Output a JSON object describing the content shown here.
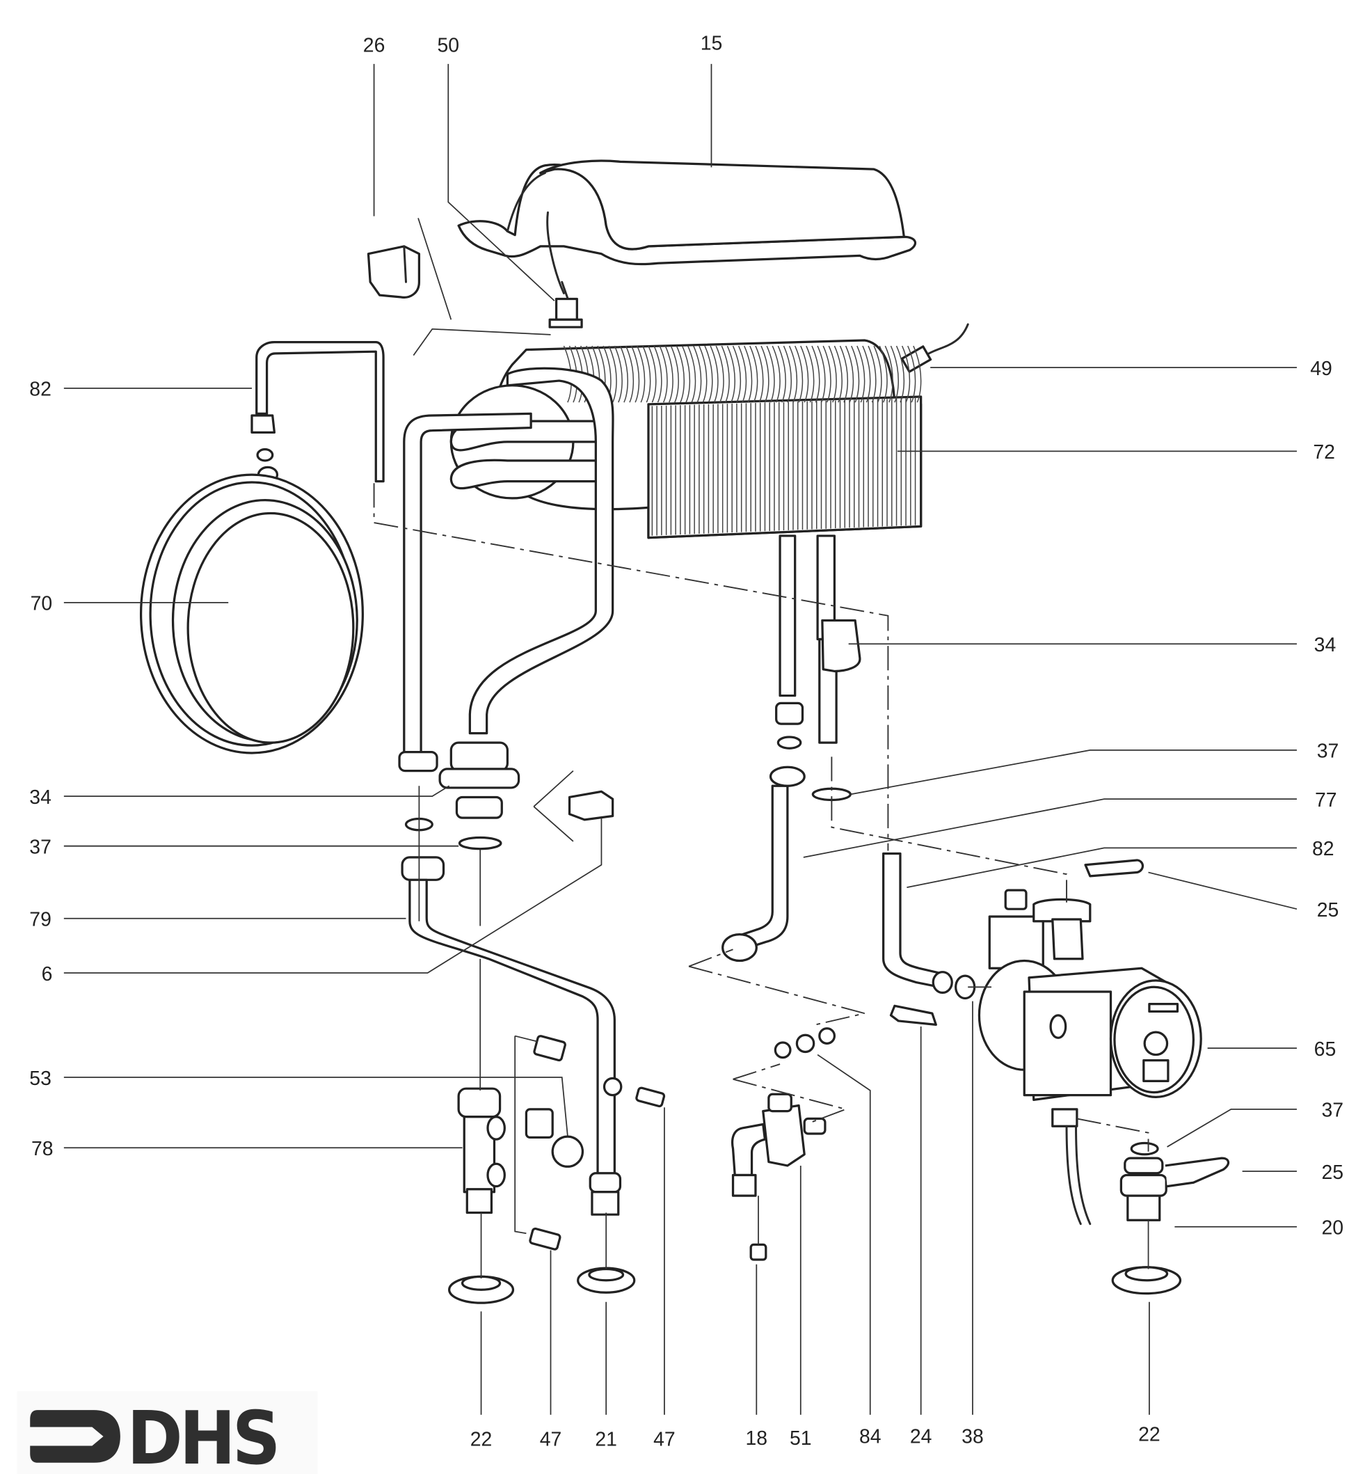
{
  "title": "Boiler heat exchanger and pump assembly — exploded parts diagram",
  "logo": {
    "text": "DHS",
    "icon": "arrow-right-logo-icon",
    "color": "#2f2f2f"
  },
  "line_color": "#2a2a2a",
  "callouts": {
    "top": [
      {
        "part": "26",
        "target": "clip"
      },
      {
        "part": "50",
        "target": "sensor"
      },
      {
        "part": "15",
        "target": "heat-shield-cover"
      }
    ],
    "left": [
      {
        "part": "82",
        "target": "pipe"
      },
      {
        "part": "70",
        "target": "expansion-vessel"
      },
      {
        "part": "34",
        "target": "connector"
      },
      {
        "part": "37",
        "target": "o-ring"
      },
      {
        "part": "79",
        "target": "pipe"
      },
      {
        "part": "6",
        "target": "clip"
      },
      {
        "part": "53",
        "target": "valve"
      },
      {
        "part": "78",
        "target": "manifold"
      }
    ],
    "right": [
      {
        "part": "49",
        "target": "sensor"
      },
      {
        "part": "72",
        "target": "heat-exchanger"
      },
      {
        "part": "34",
        "target": "connector"
      },
      {
        "part": "37",
        "target": "o-ring"
      },
      {
        "part": "77",
        "target": "pipe"
      },
      {
        "part": "82",
        "target": "pipe"
      },
      {
        "part": "25",
        "target": "clip"
      },
      {
        "part": "65",
        "target": "pump"
      },
      {
        "part": "37",
        "target": "o-ring"
      },
      {
        "part": "25",
        "target": "clip"
      },
      {
        "part": "20",
        "target": "fitting"
      }
    ],
    "bottom": [
      {
        "part": "22",
        "target": "nut"
      },
      {
        "part": "47",
        "target": "sensor"
      },
      {
        "part": "21",
        "target": "fitting"
      },
      {
        "part": "47",
        "target": "sensor"
      },
      {
        "part": "18",
        "target": "plug"
      },
      {
        "part": "51",
        "target": "valve"
      },
      {
        "part": "84",
        "target": "washer"
      },
      {
        "part": "24",
        "target": "clip"
      },
      {
        "part": "38",
        "target": "o-ring"
      },
      {
        "part": "22",
        "target": "nut"
      }
    ]
  }
}
